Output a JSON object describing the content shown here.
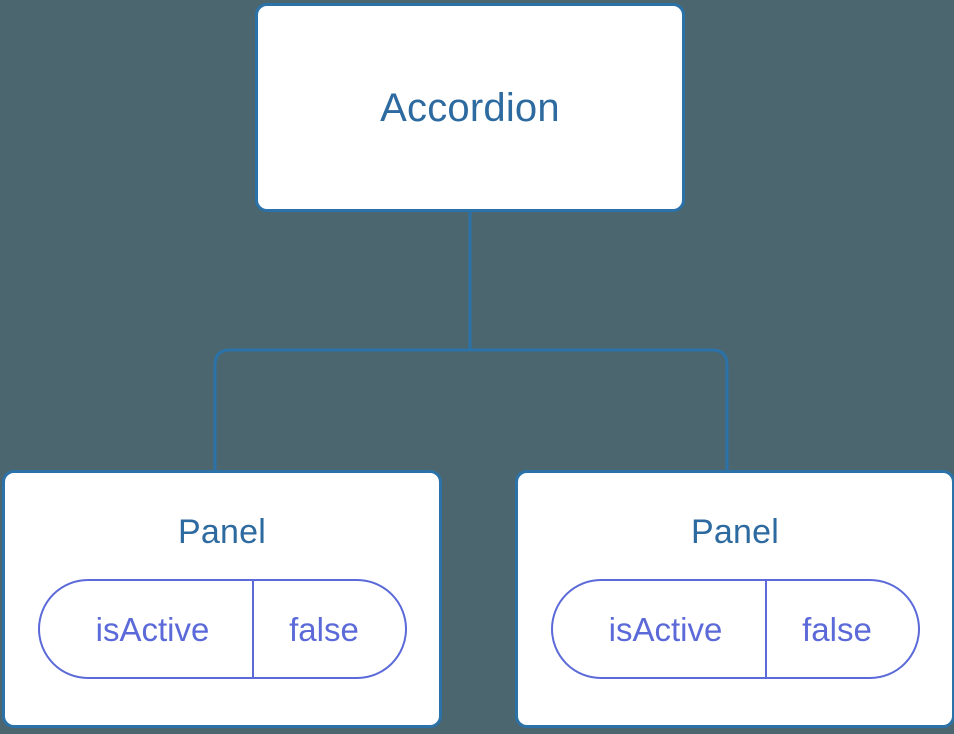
{
  "diagram": {
    "type": "component-tree",
    "background_color": "#4c6670",
    "connector_color": "#2a72a8",
    "node_border_color": "#2a72a8",
    "node_fill_color": "#ffffff",
    "node_title_color": "#2d6a9f",
    "pill_color": "#5b6ad8",
    "root": {
      "title": "Accordion"
    },
    "children": [
      {
        "title": "Panel",
        "state": {
          "key": "isActive",
          "value": "false"
        }
      },
      {
        "title": "Panel",
        "state": {
          "key": "isActive",
          "value": "false"
        }
      }
    ]
  }
}
